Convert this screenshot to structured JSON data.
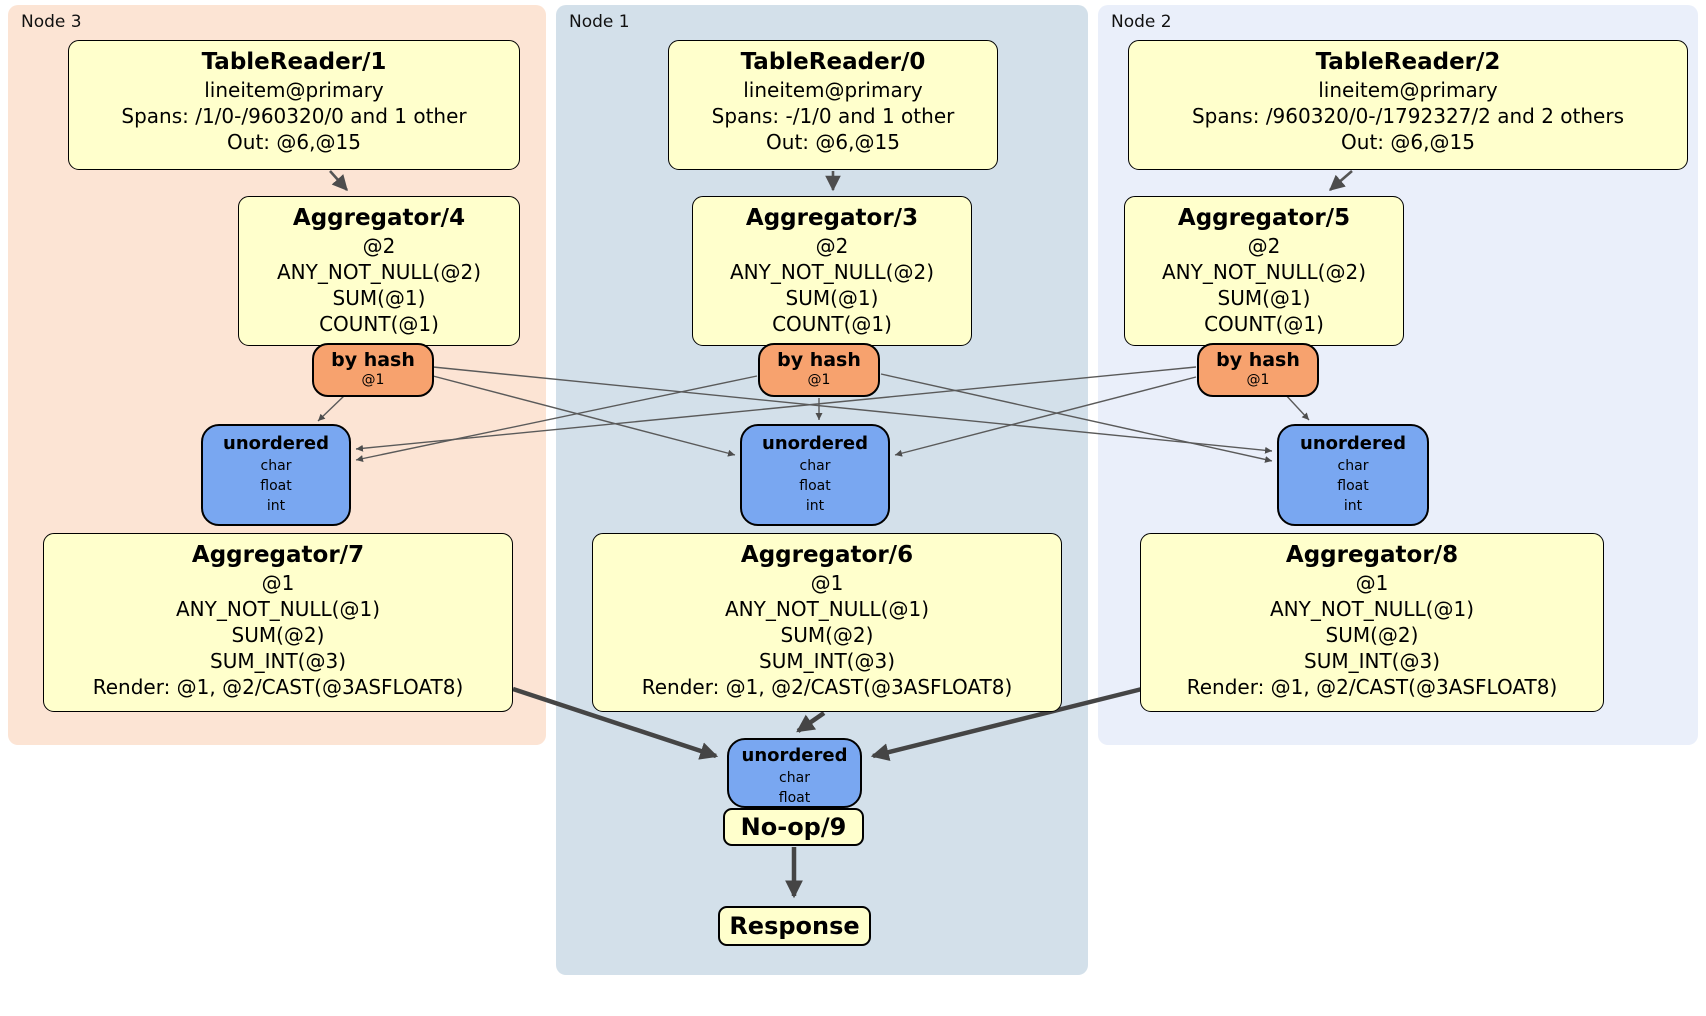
{
  "nodes": [
    {
      "label": "Node 3",
      "table_reader": {
        "title": "TableReader/1",
        "index": "lineitem@primary",
        "spans": "Spans: /1/0-/960320/0 and 1 other",
        "out": "Out: @6,@15"
      },
      "stage1_aggregator": {
        "title": "Aggregator/4",
        "lines": [
          "@2",
          "ANY_NOT_NULL(@2)",
          "SUM(@1)",
          "COUNT(@1)"
        ]
      },
      "router": {
        "title": "by hash",
        "key": "@1"
      },
      "sync": {
        "title": "unordered",
        "streams": [
          "char",
          "float",
          "int"
        ]
      },
      "stage2_aggregator": {
        "title": "Aggregator/7",
        "lines": [
          "@1",
          "ANY_NOT_NULL(@1)",
          "SUM(@2)",
          "SUM_INT(@3)",
          "Render: @1, @2/CAST(@3ASFLOAT8)"
        ]
      }
    },
    {
      "label": "Node 1",
      "table_reader": {
        "title": "TableReader/0",
        "index": "lineitem@primary",
        "spans": "Spans: -/1/0 and 1 other",
        "out": "Out: @6,@15"
      },
      "stage1_aggregator": {
        "title": "Aggregator/3",
        "lines": [
          "@2",
          "ANY_NOT_NULL(@2)",
          "SUM(@1)",
          "COUNT(@1)"
        ]
      },
      "router": {
        "title": "by hash",
        "key": "@1"
      },
      "sync": {
        "title": "unordered",
        "streams": [
          "char",
          "float",
          "int"
        ]
      },
      "stage2_aggregator": {
        "title": "Aggregator/6",
        "lines": [
          "@1",
          "ANY_NOT_NULL(@1)",
          "SUM(@2)",
          "SUM_INT(@3)",
          "Render: @1, @2/CAST(@3ASFLOAT8)"
        ]
      }
    },
    {
      "label": "Node 2",
      "table_reader": {
        "title": "TableReader/2",
        "index": "lineitem@primary",
        "spans": "Spans: /960320/0-/1792327/2 and 2 others",
        "out": "Out: @6,@15"
      },
      "stage1_aggregator": {
        "title": "Aggregator/5",
        "lines": [
          "@2",
          "ANY_NOT_NULL(@2)",
          "SUM(@1)",
          "COUNT(@1)"
        ]
      },
      "router": {
        "title": "by hash",
        "key": "@1"
      },
      "sync": {
        "title": "unordered",
        "streams": [
          "char",
          "float",
          "int"
        ]
      },
      "stage2_aggregator": {
        "title": "Aggregator/8",
        "lines": [
          "@1",
          "ANY_NOT_NULL(@1)",
          "SUM(@2)",
          "SUM_INT(@3)",
          "Render: @1, @2/CAST(@3ASFLOAT8)"
        ]
      }
    }
  ],
  "final": {
    "sync": {
      "title": "unordered",
      "streams": [
        "char",
        "float"
      ]
    },
    "noop_label": "No-op/9",
    "response_label": "Response"
  },
  "colors": {
    "node3_bg": "#fce4d4",
    "node1_bg": "#d3e0ea",
    "node2_bg": "#eaeffa",
    "processor_fill": "#ffffcc",
    "router_fill": "#f7a26e",
    "sync_fill": "#79a7f1",
    "edge": "#4d4d4d"
  }
}
